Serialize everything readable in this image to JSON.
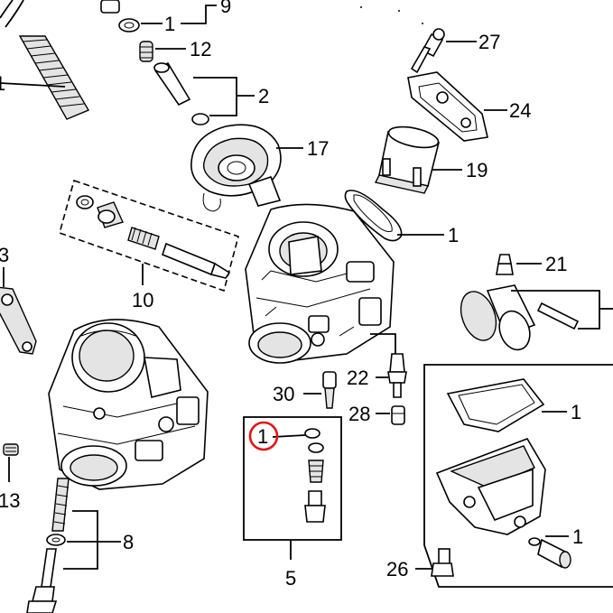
{
  "labels": {
    "l9": "9",
    "l1_top": "1",
    "l12": "12",
    "l1_left": "1",
    "l2": "2",
    "l27": "27",
    "l24": "24",
    "l17": "17",
    "l19": "19",
    "l1_gasket": "1",
    "l3": "3",
    "l10": "10",
    "l21": "21",
    "l22": "22",
    "l30": "30",
    "l28": "28",
    "l1_circled": "1",
    "l1_bowl": "1",
    "l1_drain": "1",
    "l13": "13",
    "l8": "8",
    "l5": "5",
    "l26": "26"
  },
  "colors": {
    "highlight_circle": "#e01515",
    "line": "#000000",
    "shade": "#e4e4e4"
  }
}
